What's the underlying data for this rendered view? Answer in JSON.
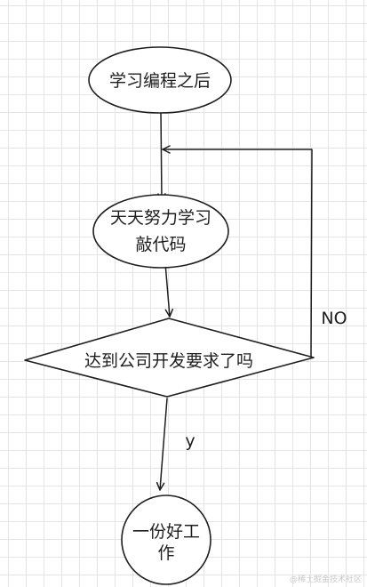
{
  "nodes": {
    "start": {
      "shape": "ellipse",
      "text": "学习编程之后"
    },
    "study": {
      "shape": "ellipse",
      "line1": "天天努力学习",
      "line2": "敲代码"
    },
    "decision": {
      "shape": "diamond",
      "text": "达到公司开发要求了吗"
    },
    "end": {
      "shape": "circle",
      "line1": "一份好工",
      "line2": "作"
    }
  },
  "edges": {
    "no_label": "NO",
    "yes_label": "y"
  },
  "colors": {
    "stroke": "#1e1e1e",
    "fill": "#ffffff",
    "grid": "#e4e4e4"
  },
  "watermark": "@稀土掘金技术社区"
}
